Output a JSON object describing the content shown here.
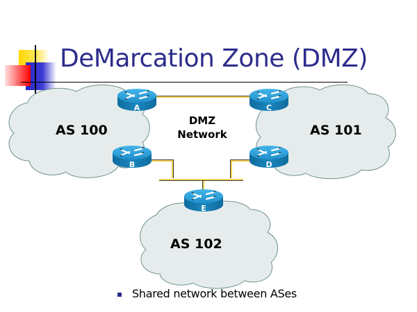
{
  "slide": {
    "title": "DeMarcation Zone (DMZ)",
    "bullets": [
      "Shared network between ASes"
    ]
  },
  "diagram": {
    "clouds": [
      {
        "id": "as100",
        "label": "AS 100"
      },
      {
        "id": "as101",
        "label": "AS 101"
      },
      {
        "id": "as102",
        "label": "AS 102"
      }
    ],
    "routers": [
      {
        "id": "A",
        "label": "A",
        "as": "AS 100"
      },
      {
        "id": "B",
        "label": "B",
        "as": "AS 100"
      },
      {
        "id": "C",
        "label": "C",
        "as": "AS 101"
      },
      {
        "id": "D",
        "label": "D",
        "as": "AS 101"
      },
      {
        "id": "E",
        "label": "E",
        "as": "AS 102"
      }
    ],
    "links": [
      {
        "from": "A",
        "to": "C"
      },
      {
        "from": "B",
        "to": "DMZ"
      },
      {
        "from": "D",
        "to": "DMZ"
      },
      {
        "from": "E",
        "to": "DMZ"
      }
    ],
    "dmz_label_line1": "DMZ",
    "dmz_label_line2": "Network",
    "colors": {
      "title": "#2c2c8c",
      "cloud_fill": "#e6ecec",
      "cloud_stroke": "#6f8f8f",
      "router_top": "#2d9fd8",
      "router_side": "#1777a8",
      "link": "#f0c419"
    }
  }
}
